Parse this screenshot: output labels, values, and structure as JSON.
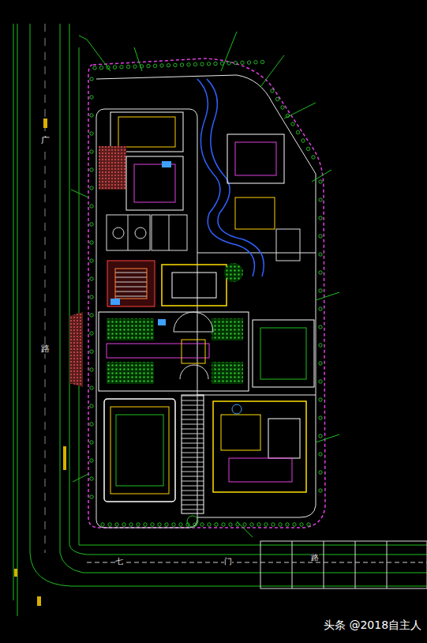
{
  "diagram": {
    "labels": [
      "广",
      "路",
      "七",
      "门",
      "路",
      "头条 @2018自主人"
    ]
  }
}
